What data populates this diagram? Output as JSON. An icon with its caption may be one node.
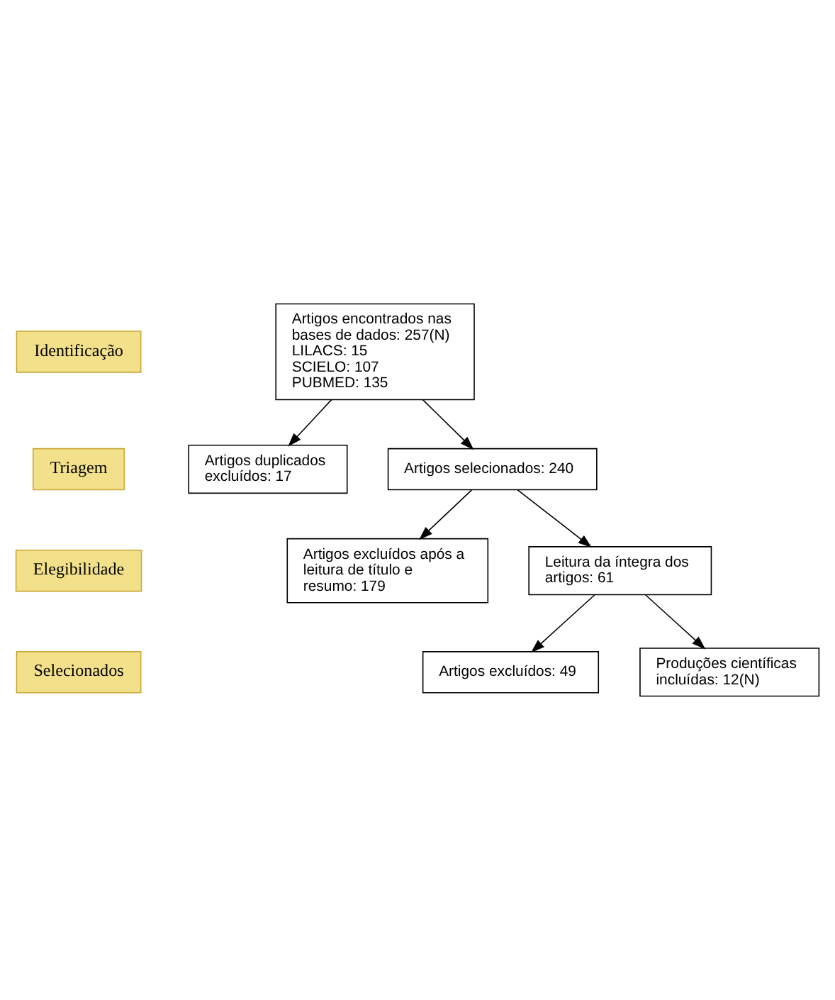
{
  "diagram": {
    "nodes": [
      {
        "text": [
          "Identificação"
        ]
      },
      {
        "text": [
          "Triagem"
        ]
      },
      {
        "text": [
          "Elegibilidade"
        ]
      },
      {
        "text": [
          "Selecionados"
        ]
      },
      {
        "text": [
          "Artigos encontrados nas bases de dados: 257(N)",
          "LILACS: 15",
          "SCIELO: 107",
          "PUBMED: 135"
        ]
      },
      {
        "text": [
          "Artigos duplicados excluídos: 17"
        ]
      },
      {
        "text": [
          "Artigos selecionados: 240"
        ]
      },
      {
        "text": [
          "Artigos excluídos após a leitura de título e resumo: 179"
        ]
      },
      {
        "text": [
          "Leitura da íntegra dos artigos: 61"
        ]
      },
      {
        "text": [
          "Artigos excluídos: 49"
        ]
      },
      {
        "text": [
          "Produções científicas incluídas: 12(N)"
        ]
      }
    ],
    "edges": [
      {
        "from": 4,
        "to": 6,
        "arrow": "to"
      },
      {
        "from": 4,
        "to": 5,
        "arrow": "to"
      },
      {
        "from": 6,
        "to": 8,
        "arrow": "to"
      },
      {
        "from": 6,
        "to": 7,
        "arrow": "to"
      },
      {
        "from": 8,
        "to": 10,
        "arrow": "to"
      },
      {
        "from": 8,
        "to": 9,
        "arrow": "to"
      }
    ]
  }
}
